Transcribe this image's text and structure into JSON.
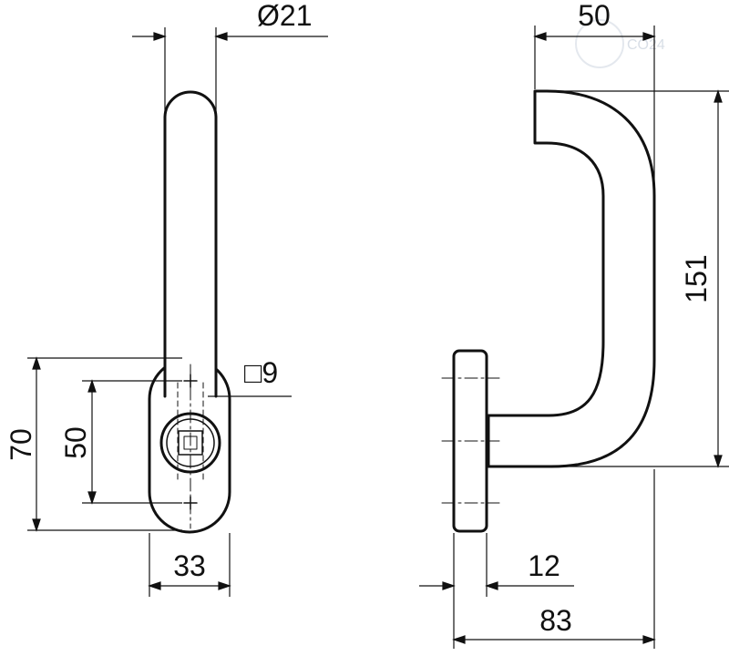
{
  "drawing": {
    "type": "technical-drawing",
    "subject": "window handle with rosette, front and side views",
    "line_color": "#111111",
    "background": "#ffffff",
    "watermark": "CO24"
  },
  "dimensions": {
    "diameter": "Ø21",
    "square": "□9",
    "height_70": "70",
    "spacing_50": "50",
    "width_33": "33",
    "depth_50": "50",
    "length_151": "151",
    "base_12": "12",
    "total_83": "83"
  }
}
